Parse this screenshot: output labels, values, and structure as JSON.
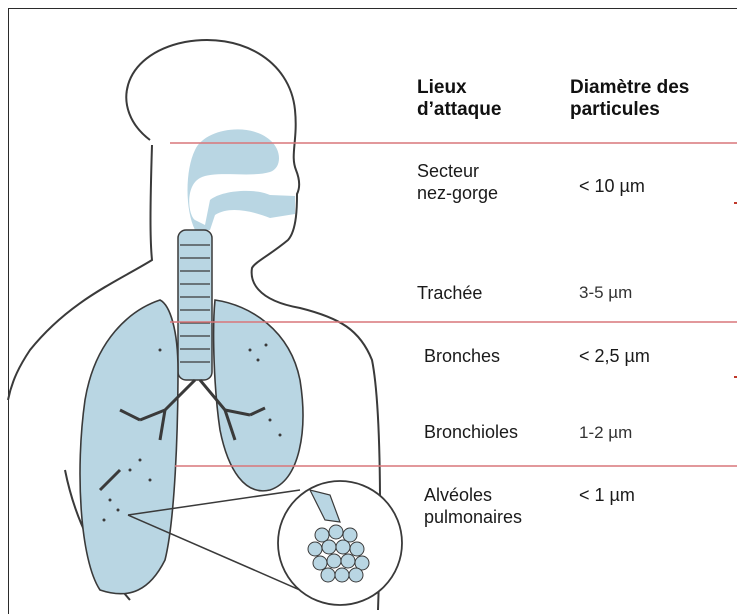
{
  "table": {
    "header": {
      "location": "Lieux\nd’attaque",
      "diameter": "Diamètre des\nparticules"
    },
    "rows": [
      {
        "location": "Secteur\nnez-gorge",
        "diameter": "< 10 µm"
      },
      {
        "location": "Trachée",
        "diameter": "3-5 µm"
      },
      {
        "location": "Bronches",
        "diameter": "< 2,5 µm"
      },
      {
        "location": "Bronchioles",
        "diameter": "1-2 µm"
      },
      {
        "location": "Alvéoles\npulmonaires",
        "diameter": "< 1 µm"
      }
    ]
  },
  "colors": {
    "organ_fill": "#b9d6e3",
    "outline": "#3a3a3a",
    "divider": "#d9777a",
    "accent_marks": "#c0392b"
  }
}
